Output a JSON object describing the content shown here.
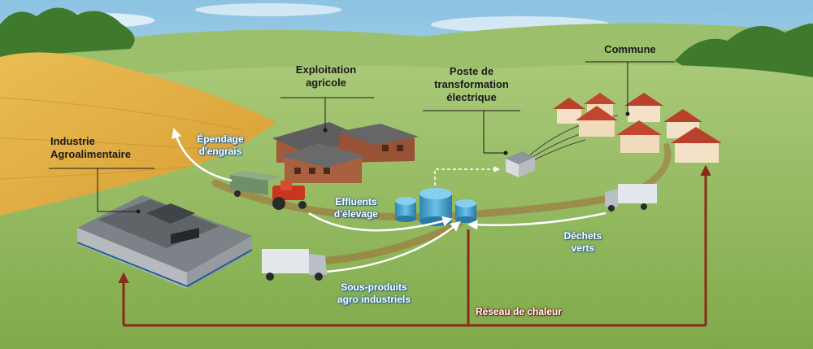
{
  "labels": {
    "farm": [
      "Exploitation",
      "agricole"
    ],
    "substation": [
      "Poste de",
      "transformation",
      "électrique"
    ],
    "commune": "Commune",
    "industry": [
      "Industrie",
      "Agroalimentaire"
    ]
  },
  "flows": {
    "fertilizer": [
      "Épendage",
      "d'engrais"
    ],
    "effluents": [
      "Effluents",
      "d'élevage"
    ],
    "green_waste": [
      "Déchets",
      "verts"
    ],
    "byproducts": [
      "Sous-produits",
      "agro industriels"
    ]
  },
  "heat_network": "Réseau de chaleur",
  "colors": {
    "sky": "#bfe0f0",
    "meadow": "#8fb65a",
    "wheat": "#e3b24a",
    "flow_arrow": "#ffffff",
    "flow_glow": "#6ec3f0",
    "heat_pipe": "#8a2a1a",
    "road": "#a06a3a",
    "barn": "#a35a3c",
    "roof_red": "#b8412c",
    "digester": "#4aa0c8"
  }
}
